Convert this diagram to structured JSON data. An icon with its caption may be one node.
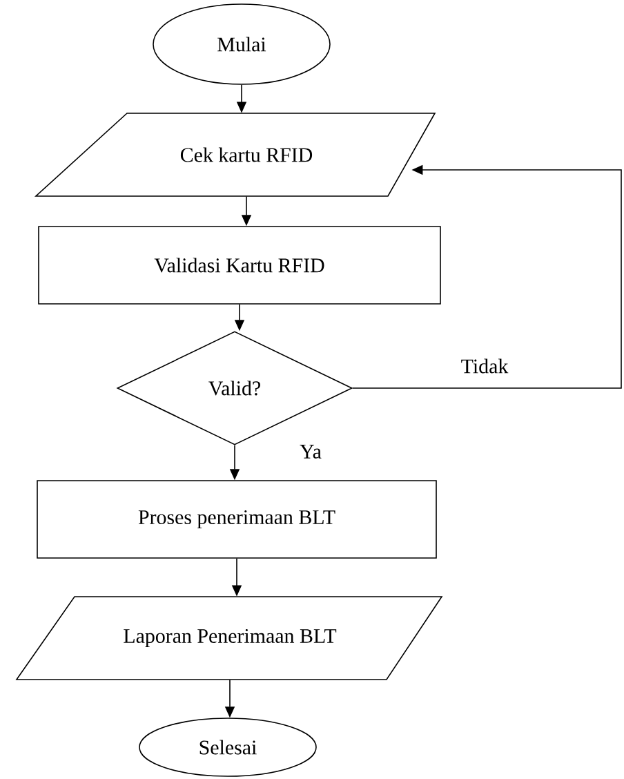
{
  "diagram": {
    "nodes": [
      {
        "text": [
          "Mulai"
        ]
      },
      {
        "text": [
          "Cek kartu RFID"
        ]
      },
      {
        "text": [
          "Validasi Kartu RFID"
        ]
      },
      {
        "text": [
          "Valid?"
        ]
      },
      {
        "text": [
          "Proses penerimaan BLT"
        ]
      },
      {
        "text": [
          "Laporan Penerimaan BLT"
        ]
      },
      {
        "text": [
          "Selesai"
        ]
      }
    ],
    "edges": [
      {
        "from": 0,
        "to": 1,
        "arrow": "to"
      },
      {
        "from": 1,
        "to": 2,
        "arrow": "to"
      },
      {
        "from": 2,
        "to": 3,
        "arrow": "to"
      },
      {
        "from": 3,
        "to": 4,
        "arrow": "to",
        "label": "Ya"
      },
      {
        "from": 4,
        "to": 5,
        "arrow": "to"
      },
      {
        "from": 5,
        "to": 6,
        "arrow": "to"
      },
      {
        "from": 3,
        "to": 1,
        "arrow": "to",
        "label": "Tidak"
      }
    ]
  }
}
